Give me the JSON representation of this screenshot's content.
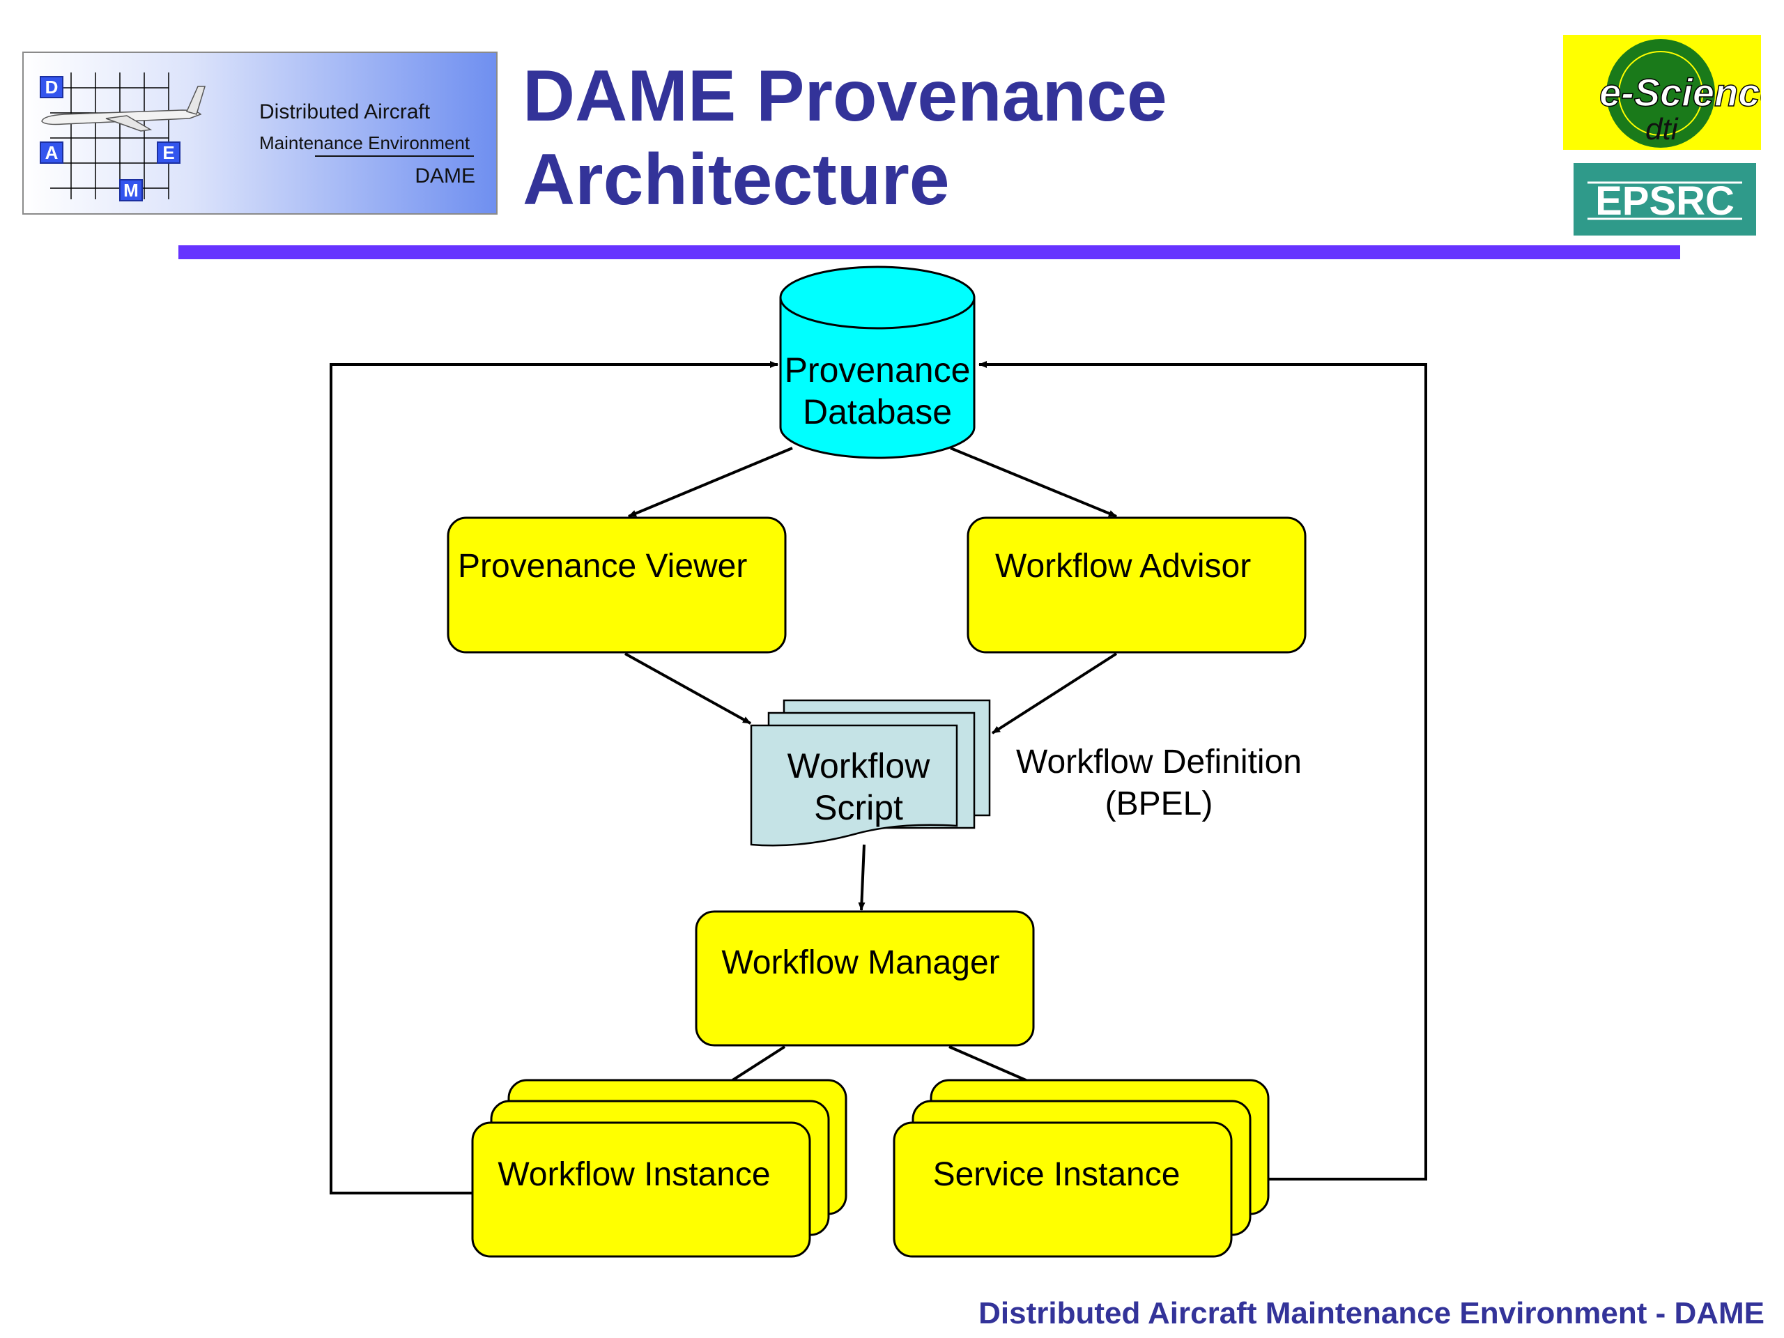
{
  "slide": {
    "title_line1": "DAME Provenance",
    "title_line2": "Architecture",
    "footer": "Distributed Aircraft Maintenance Environment - DAME"
  },
  "dame_logo": {
    "letters": [
      "D",
      "A",
      "E",
      "M"
    ],
    "line1": "Distributed Aircraft",
    "line2": "Maintenance Environment",
    "line3": "DAME"
  },
  "escience_logo": {
    "text": "e-Science",
    "sub": "dti"
  },
  "epsrc_logo": {
    "text": "EPSRC"
  },
  "diagram": {
    "database": {
      "line1": "Provenance",
      "line2": "Database"
    },
    "provenance_viewer": "Provenance Viewer",
    "workflow_advisor": "Workflow Advisor",
    "workflow_script": {
      "line1": "Workflow",
      "line2": "Script"
    },
    "workflow_definition": {
      "line1": "Workflow Definition",
      "line2": "(BPEL)"
    },
    "workflow_manager": "Workflow Manager",
    "workflow_instance": "Workflow Instance",
    "service_instance": "Service Instance"
  },
  "colors": {
    "title": "#333399",
    "bar": "#6633ff",
    "box_fill": "#ffff00",
    "database_fill": "#00ffff",
    "document_fill": "#c5e3e6"
  }
}
